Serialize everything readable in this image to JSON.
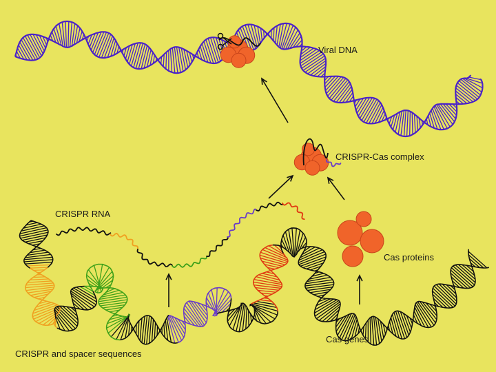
{
  "colors": {
    "background": "#e8e45e",
    "viral_dna": "#4a22c8",
    "host_dna": "#111111",
    "crispr_repeat": "#f0a020",
    "spacer_green": "#3fa11a",
    "spacer_purple": "#6a3cc8",
    "spacer_red": "#e03a12",
    "cas_protein": "#f0642a",
    "cas_protein_edge": "#c8441a",
    "arrow": "#111111"
  },
  "labels": {
    "viral_dna": "Viral DNA",
    "complex": "CRISPR-Cas complex",
    "crispr_rna": "CRISPR RNA",
    "cas_proteins": "Cas proteins",
    "cas_genes": "Cas genes",
    "sequences": "CRISPR and spacer sequences"
  },
  "icons": {
    "cut": "scissors-icon",
    "protein": "cas-protein-blob"
  }
}
